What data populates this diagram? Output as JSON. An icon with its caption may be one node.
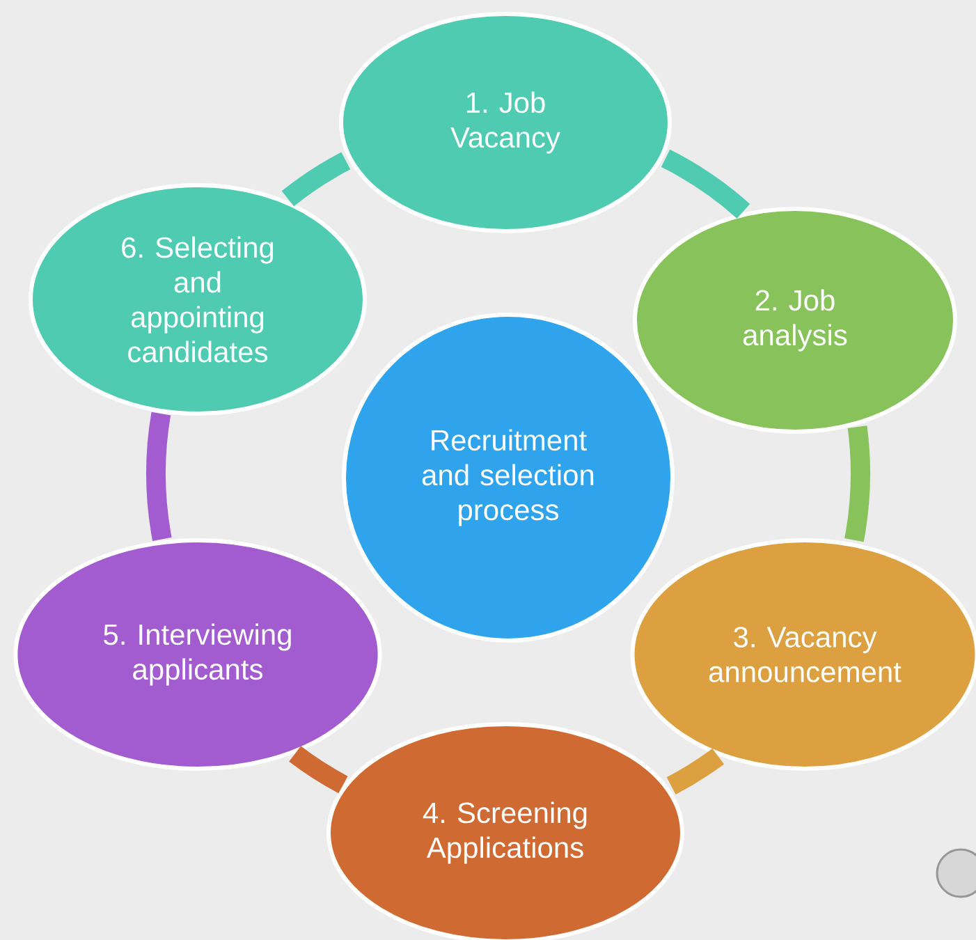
{
  "diagram": {
    "nodes": [
      {
        "text": [
          "1. Job Vacancy"
        ]
      },
      {
        "text": [
          "2. Job analysis"
        ]
      },
      {
        "text": [
          "3. Vacancy announcement"
        ]
      },
      {
        "text": [
          "4. Screening Applications"
        ]
      },
      {
        "text": [
          "5. Interviewing applicants"
        ]
      },
      {
        "text": [
          "6. Selecting and appointing candidates"
        ]
      },
      {
        "text": [
          "Recruitment and selection process"
        ]
      }
    ],
    "edges": [
      {
        "from": 0,
        "to": 1,
        "arrow": "none",
        "color": "#4ecbb0"
      },
      {
        "from": 1,
        "to": 2,
        "arrow": "none",
        "color": "#88c25a"
      },
      {
        "from": 2,
        "to": 3,
        "arrow": "none",
        "color": "#dca040"
      },
      {
        "from": 3,
        "to": 4,
        "arrow": "none",
        "color": "#d06a33"
      },
      {
        "from": 4,
        "to": 5,
        "arrow": "none",
        "color": "#a35ccf"
      },
      {
        "from": 5,
        "to": 0,
        "arrow": "none",
        "color": "#4ecbb0"
      }
    ]
  }
}
